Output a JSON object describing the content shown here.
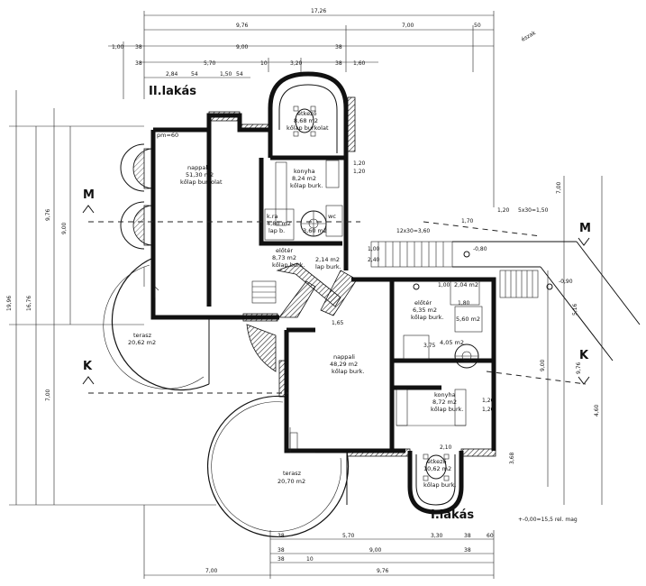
{
  "apartments": {
    "upper": "II.lakás",
    "lower": "I.lakás"
  },
  "section_marks": [
    "M",
    "K"
  ],
  "north_label": "észak",
  "elevation_note": "+-0,00=15,5 rel. mag",
  "rooms": {
    "upper_dining": {
      "name": "étkező",
      "area": "8,68 m2",
      "floor": "kőlap burkolat"
    },
    "upper_living": {
      "name": "nappali",
      "area": "51,30 m2",
      "floor": "kőlap burkolat"
    },
    "upper_kitchen": {
      "name": "konyha",
      "area": "8,24 m2",
      "floor": "kőlap burk."
    },
    "upper_pm": "pm=60",
    "upper_bath": {
      "name": "k.ra",
      "area": "4,80 m2",
      "floor": "lap b."
    },
    "upper_stair_area": "3,60 m2",
    "upper_lobby": {
      "name": "előtér",
      "area": "8,73 m2",
      "floor": "kőlap burk."
    },
    "upper_wc": {
      "name": "wc",
      "area": "2,14 m2",
      "floor": "lap burk."
    },
    "upper_terrace": {
      "name": "terasz",
      "area": "20,62 m2"
    },
    "lower_living": {
      "name": "nappali",
      "area": "48,29 m2",
      "floor": "kőlap burk."
    },
    "lower_lobby": {
      "name": "előtér",
      "area": "6,35 m2",
      "floor": "kőlap burk."
    },
    "lower_kitchen": {
      "name": "konyha",
      "area": "8,72 m2",
      "floor": "kőlap burk."
    },
    "lower_dining": {
      "name": "étkező",
      "area": "10,62 m2",
      "floor": "kőlap burk."
    },
    "lower_terrace": {
      "name": "terasz",
      "area": "20,70 m2"
    },
    "lower_stair_area": "4,05 m2",
    "lower_wc": "2,04 m2",
    "lower_bath": "5,60 m2"
  },
  "dimensions": {
    "top_total": "17,26",
    "top_row2": [
      "9,76",
      "7,00",
      "50"
    ],
    "top_row3": [
      "1,00",
      "38",
      "9,00",
      "38"
    ],
    "top_row4": [
      "38",
      "5,70",
      "10",
      "3,20",
      "38",
      "1,60"
    ],
    "top_row5": [
      "2,84",
      "54",
      "1,50",
      "54"
    ],
    "left_total": "19,96",
    "left_mid": "16,76",
    "left_parts": [
      "9,76",
      "9,00",
      "7,00"
    ],
    "right_parts": [
      "7,00",
      "9,76",
      "5,16",
      "9,00",
      "4,60",
      "3,68"
    ],
    "bottom_row1": [
      "38",
      "5,70",
      "3,30",
      "38",
      "60"
    ],
    "bottom_row2": [
      "38",
      "9,00",
      "38"
    ],
    "bottom_row3": [
      "38",
      "10"
    ],
    "bottom_row4": [
      "7,00",
      "9,76"
    ],
    "interior": [
      "1,20",
      "1,20",
      "12x30=3,60",
      "1,70",
      "1,20",
      "1,20",
      "1,20",
      "5x30=1,50",
      "2,10",
      "1,80",
      "-0,90",
      "-0,80",
      "1,65",
      "3,75",
      "2,40",
      "1,00",
      "1,00"
    ]
  }
}
